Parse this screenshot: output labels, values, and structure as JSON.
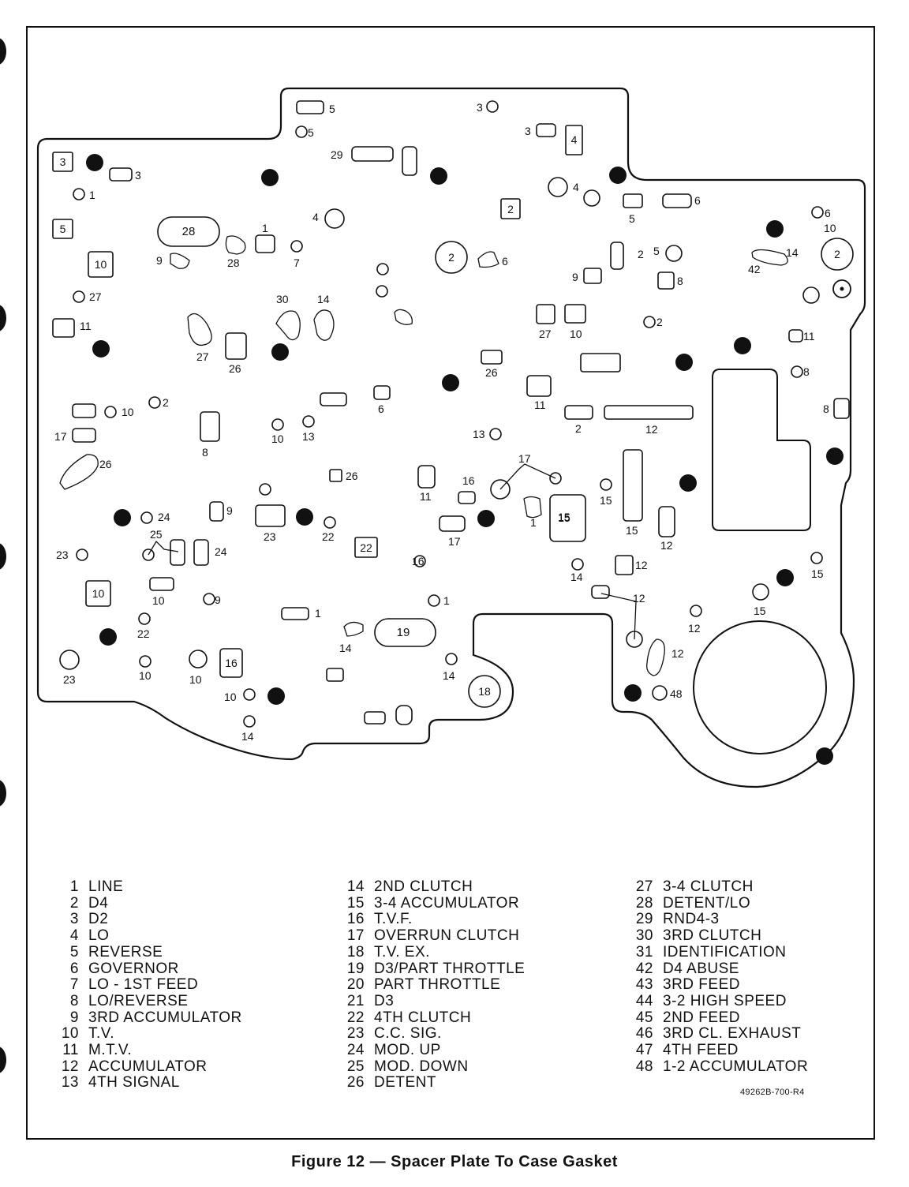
{
  "diagram": {
    "caption": "Figure 12 — Spacer Plate To Case Gasket",
    "drawing_code": "49262B-700-R4",
    "hole_labels": {
      "box_3": "3",
      "box_5": "5",
      "box_10a": "10",
      "box_10b": "10",
      "box_28": "28",
      "box_2_top": "2",
      "box_4": "4",
      "box_22": "22",
      "box_16": "16",
      "box_15": "15",
      "circle_2a": "2",
      "circle_2b": "2",
      "circle_18": "18",
      "oval_19": "19"
    },
    "port_labels": [
      "5",
      "3",
      "5",
      "3",
      "29",
      "3",
      "1",
      "4",
      "4",
      "5",
      "6",
      "6",
      "2",
      "6",
      "5",
      "8",
      "9",
      "9",
      "28",
      "7",
      "1",
      "10",
      "27",
      "11",
      "30",
      "14",
      "27",
      "10",
      "27",
      "26",
      "2",
      "26",
      "11",
      "11",
      "10",
      "2",
      "10",
      "13",
      "2",
      "6",
      "13",
      "12",
      "17",
      "26",
      "8",
      "8",
      "8",
      "26",
      "17",
      "16",
      "11",
      "15",
      "1",
      "15",
      "15",
      "12",
      "9",
      "17",
      "24",
      "24",
      "23",
      "12",
      "22",
      "25",
      "23",
      "14",
      "12",
      "14",
      "15",
      "15",
      "10",
      "9",
      "22",
      "16",
      "1",
      "1",
      "14",
      "12",
      "12",
      "23",
      "10",
      "10",
      "14",
      "48",
      "10",
      "14",
      "42"
    ]
  },
  "legend": {
    "col1": [
      {
        "num": "1",
        "name": "LINE"
      },
      {
        "num": "2",
        "name": "D4"
      },
      {
        "num": "3",
        "name": "D2"
      },
      {
        "num": "4",
        "name": "LO"
      },
      {
        "num": "5",
        "name": "REVERSE"
      },
      {
        "num": "6",
        "name": "GOVERNOR"
      },
      {
        "num": "7",
        "name": "LO - 1ST FEED"
      },
      {
        "num": "8",
        "name": "LO/REVERSE"
      },
      {
        "num": "9",
        "name": "3RD ACCUMULATOR"
      },
      {
        "num": "10",
        "name": "T.V."
      },
      {
        "num": "11",
        "name": "M.T.V."
      },
      {
        "num": "12",
        "name": "ACCUMULATOR"
      },
      {
        "num": "13",
        "name": "4TH SIGNAL"
      }
    ],
    "col2": [
      {
        "num": "14",
        "name": "2ND CLUTCH"
      },
      {
        "num": "15",
        "name": "3-4 ACCUMULATOR"
      },
      {
        "num": "16",
        "name": "T.V.F."
      },
      {
        "num": "17",
        "name": "OVERRUN CLUTCH"
      },
      {
        "num": "18",
        "name": "T.V. EX."
      },
      {
        "num": "19",
        "name": "D3/PART THROTTLE"
      },
      {
        "num": "20",
        "name": "PART THROTTLE"
      },
      {
        "num": "21",
        "name": "D3"
      },
      {
        "num": "22",
        "name": "4TH CLUTCH"
      },
      {
        "num": "23",
        "name": "C.C. SIG."
      },
      {
        "num": "24",
        "name": "MOD. UP"
      },
      {
        "num": "25",
        "name": "MOD. DOWN"
      },
      {
        "num": "26",
        "name": "DETENT"
      }
    ],
    "col3": [
      {
        "num": "27",
        "name": "3-4 CLUTCH"
      },
      {
        "num": "28",
        "name": "DETENT/LO"
      },
      {
        "num": "29",
        "name": "RND4-3"
      },
      {
        "num": "30",
        "name": "3RD CLUTCH"
      },
      {
        "num": "31",
        "name": "IDENTIFICATION"
      },
      {
        "num": "42",
        "name": "D4 ABUSE"
      },
      {
        "num": "43",
        "name": "3RD FEED"
      },
      {
        "num": "44",
        "name": "3-2 HIGH SPEED"
      },
      {
        "num": "45",
        "name": "2ND FEED"
      },
      {
        "num": "46",
        "name": "3RD CL. EXHAUST"
      },
      {
        "num": "47",
        "name": "4TH FEED"
      },
      {
        "num": "48",
        "name": "1-2 ACCUMULATOR"
      }
    ]
  }
}
